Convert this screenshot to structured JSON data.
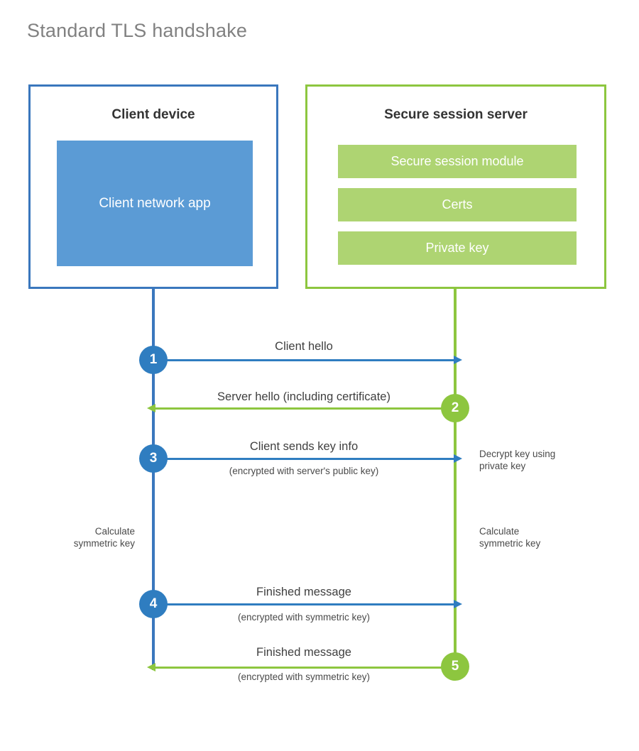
{
  "diagram": {
    "title": "Standard TLS handshake",
    "colors": {
      "client_blue": "#3a77bd",
      "client_app_fill": "#5b9bd5",
      "step_blue": "#2f7dc0",
      "server_green": "#8dc63f",
      "server_bar_fill": "#aed472",
      "title_gray": "#818181",
      "background": "#ffffff"
    },
    "client": {
      "title": "Client device",
      "app_label": "Client network app"
    },
    "server": {
      "title": "Secure session server",
      "components": [
        "Secure session module",
        "Certs",
        "Private key"
      ]
    },
    "steps": [
      {
        "number": "1",
        "label": "Client hello",
        "sub": "",
        "direction": "client-to-server",
        "color": "blue"
      },
      {
        "number": "2",
        "label": "Server hello (including certificate)",
        "sub": "",
        "direction": "server-to-client",
        "color": "green"
      },
      {
        "number": "3",
        "label": "Client sends key info",
        "sub": "(encrypted with server's public key)",
        "direction": "client-to-server",
        "color": "blue"
      },
      {
        "number": "4",
        "label": "Finished message",
        "sub": "(encrypted with symmetric key)",
        "direction": "client-to-server",
        "color": "blue"
      },
      {
        "number": "5",
        "label": "Finished message",
        "sub": "(encrypted with symmetric key)",
        "direction": "server-to-client",
        "color": "green"
      }
    ],
    "notes": {
      "decrypt_key": "Decrypt key using\nprivate key",
      "client_calculate": "Calculate\nsymmetric key",
      "server_calculate": "Calculate\nsymmetric key"
    }
  }
}
